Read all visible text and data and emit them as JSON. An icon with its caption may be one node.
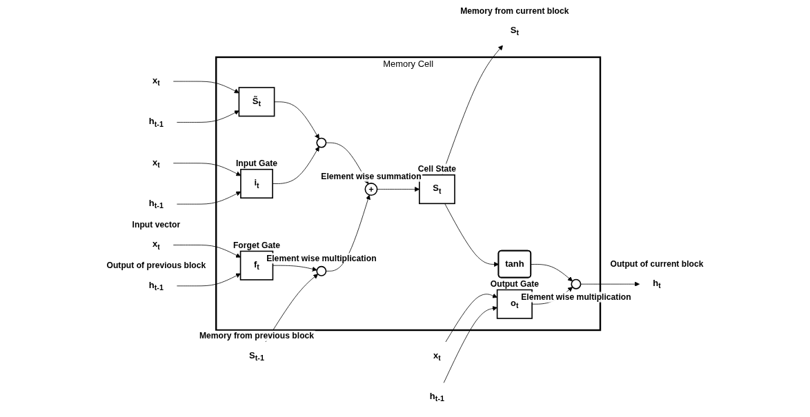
{
  "diagram": {
    "nodes": [
      {
        "text": [
          "Memory Cell"
        ]
      },
      {
        "text": [
          "x$_{t}$"
        ]
      },
      {
        "text": [
          "h$_{t-1}$"
        ]
      },
      {
        "text": [
          "x$_{t}$"
        ]
      },
      {
        "text": [
          "h$_{t-1}$"
        ]
      },
      {
        "text": [
          "S̃$_{t}$"
        ],
        "in": 0
      },
      {
        "text": [
          "i$_{t}$"
        ],
        "in": 0,
        "beside": [
          "Input Gate"
        ]
      },
      {
        "text": [],
        "shape": "circle",
        "in": 0
      },
      {
        "text": [
          "S$_{t-1}$"
        ],
        "beside": [
          "Memory from previous block"
        ]
      },
      {
        "text": [],
        "shape": "circle",
        "in": 0,
        "beside": [
          "Element wise multiplication"
        ]
      },
      {
        "text": [
          "+"
        ],
        "in": 0,
        "beside": [
          "Element wise summation"
        ]
      },
      {
        "text": [
          "S$_{t}$"
        ],
        "in": 0,
        "beside": [
          "Cell State"
        ]
      },
      {
        "text": [
          "S$_{t}$"
        ],
        "beside": [
          "Memory from current block"
        ]
      },
      {
        "text": [
          "tanh"
        ],
        "in": 0
      },
      {
        "text": [
          "f$_{t}$"
        ],
        "in": 0,
        "beside": [
          "Forget Gate"
        ]
      },
      {
        "text": [
          "o$_{t}$"
        ],
        "in": 0,
        "beside": [
          "Output Gate"
        ]
      },
      {
        "text": [],
        "shape": "circle",
        "in": 0,
        "beside": [
          "Element wise multiplication"
        ]
      },
      {
        "text": [
          "h$_{t}$"
        ],
        "beside": [
          "Output of current block"
        ]
      },
      {
        "text": [
          "x$_{t}$"
        ],
        "beside": [
          "Input vector"
        ]
      },
      {
        "text": [
          "h$_{t-1}$"
        ],
        "beside": [
          "Output of previous block"
        ]
      },
      {
        "text": [
          "x$_{t}$"
        ]
      },
      {
        "text": [
          "h$_{t-1}$"
        ]
      }
    ],
    "edges": [
      {
        "from": 1,
        "to": 5,
        "arrow": "to"
      },
      {
        "from": 2,
        "to": 5,
        "arrow": "to"
      },
      {
        "from": 3,
        "to": 6,
        "arrow": "to"
      },
      {
        "from": 4,
        "to": 6,
        "arrow": "to"
      },
      {
        "from": 5,
        "to": 7,
        "arrow": "to"
      },
      {
        "from": 6,
        "to": 7,
        "arrow": "to"
      },
      {
        "from": 7,
        "to": 10,
        "arrow": "to"
      },
      {
        "from": 8,
        "to": 9,
        "arrow": "to"
      },
      {
        "from": 9,
        "to": 10,
        "arrow": "to"
      },
      {
        "from": 10,
        "to": 11,
        "arrow": "to"
      },
      {
        "from": 11,
        "to": 12,
        "arrow": "to"
      },
      {
        "from": 11,
        "to": 13,
        "arrow": "to"
      },
      {
        "from": 13,
        "to": 16,
        "arrow": "to"
      },
      {
        "from": 14,
        "to": 9,
        "arrow": "to"
      },
      {
        "from": 15,
        "to": 16,
        "arrow": "to"
      },
      {
        "from": 16,
        "to": 17,
        "arrow": "to"
      },
      {
        "from": 18,
        "to": 14,
        "arrow": "to"
      },
      {
        "from": 19,
        "to": 14,
        "arrow": "to"
      },
      {
        "from": 20,
        "to": 15,
        "arrow": "to"
      },
      {
        "from": 21,
        "to": 15,
        "arrow": "to"
      }
    ]
  }
}
